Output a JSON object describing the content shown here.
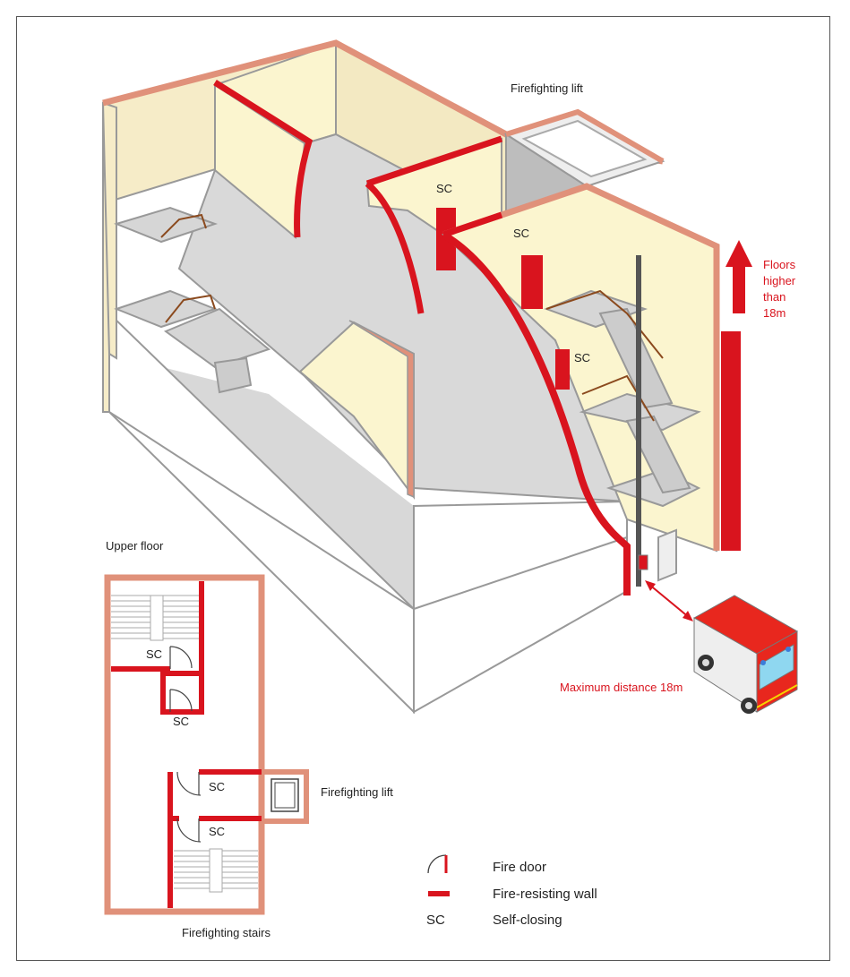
{
  "labels": {
    "firefighting_lift_top": "Firefighting lift",
    "sc_1": "SC",
    "sc_2": "SC",
    "sc_3": "SC",
    "floors_line1": "Floors",
    "floors_line2": "higher",
    "floors_line3": "than",
    "floors_line4": "18m",
    "max_distance": "Maximum distance 18m",
    "upper_floor": "Upper floor",
    "plan_sc_1": "SC",
    "plan_sc_2": "SC",
    "plan_sc_3": "SC",
    "plan_sc_4": "SC",
    "firefighting_lift_plan": "Firefighting lift",
    "firefighting_stairs": "Firefighting stairs"
  },
  "legend": {
    "fire_door": "Fire door",
    "fire_wall": "Fire-resisting wall",
    "sc_abbrev": "SC",
    "sc_meaning": "Self-closing"
  },
  "colors": {
    "fire_red": "#d9141e",
    "wall_edge": "#e0917a",
    "wall_face": "#fbf5cf",
    "floor": "#d6d6d6",
    "rail": "#8b4a1e"
  }
}
